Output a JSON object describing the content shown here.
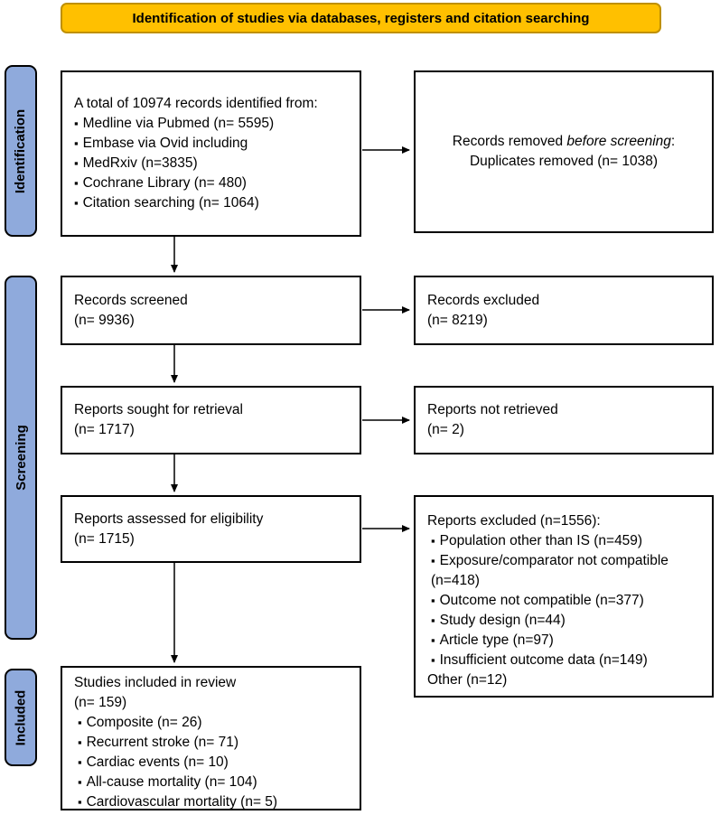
{
  "banner": {
    "title": "Identification of studies via databases, registers and citation searching"
  },
  "sidebar": {
    "identification": "Identification",
    "screening": "Screening",
    "included": "Included"
  },
  "glyphs": {
    "bullet": "▪"
  },
  "boxes": {
    "identified": {
      "heading": "A total of 10974 records identified from:",
      "items": [
        "Medline via Pubmed (n= 5595)",
        "Embase via Ovid including",
        "MedRxiv (n=3835)",
        "Cochrane Library (n= 480)",
        "Citation searching (n= 1064)"
      ]
    },
    "removed": {
      "line1_prefix": "Records removed ",
      "line1_italic": "before screening",
      "line1_suffix": ":",
      "line2": "Duplicates removed (n= 1038)"
    },
    "screened": {
      "line1": "Records screened",
      "line2": "(n= 9936)"
    },
    "records_excluded": {
      "line1": "Records excluded",
      "line2": "(n= 8219)"
    },
    "sought": {
      "line1": "Reports sought for retrieval",
      "line2": "(n= 1717)"
    },
    "not_retrieved": {
      "line1": "Reports not retrieved",
      "line2": "(n= 2)"
    },
    "assessed": {
      "line1": "Reports assessed for eligibility",
      "line2": "(n= 1715)"
    },
    "reports_excluded": {
      "heading": "Reports excluded (n=1556):",
      "items": [
        "Population other than IS (n=459)",
        "Exposure/comparator not compatible (n=418)",
        "Outcome not compatible (n=377)",
        "Study design (n=44)",
        "Article type (n=97)",
        "Insufficient outcome data (n=149)"
      ],
      "footer": "Other (n=12)"
    },
    "included_in_review": {
      "heading1": "Studies included in review",
      "heading2": "(n= 159)",
      "items": [
        "Composite (n= 26)",
        "Recurrent stroke (n= 71)",
        "Cardiac events (n= 10)",
        "All-cause mortality (n= 104)",
        "Cardiovascular mortality (n= 5)"
      ]
    }
  },
  "colors": {
    "banner_fill": "#FFC000",
    "banner_border": "#BF9000",
    "sidebar_fill": "#8FAADC",
    "box_border": "#000000"
  }
}
